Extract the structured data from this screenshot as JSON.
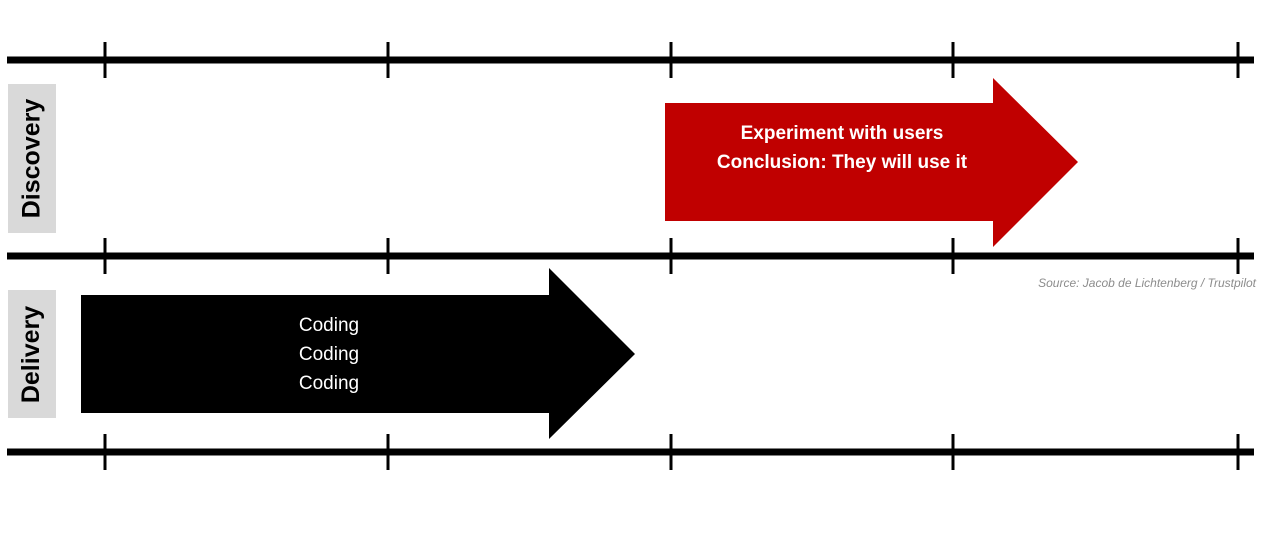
{
  "lanes": [
    {
      "label": "Discovery"
    },
    {
      "label": "Delivery"
    }
  ],
  "discovery_arrow": {
    "lines": [
      "Experiment with users",
      "Conclusion: They will use it"
    ],
    "color": "#c00000"
  },
  "delivery_arrow": {
    "lines": [
      "Coding",
      "Coding",
      "Coding"
    ],
    "color": "#000000"
  },
  "source": "Source: Jacob de Lichtenberg / Trustpilot"
}
